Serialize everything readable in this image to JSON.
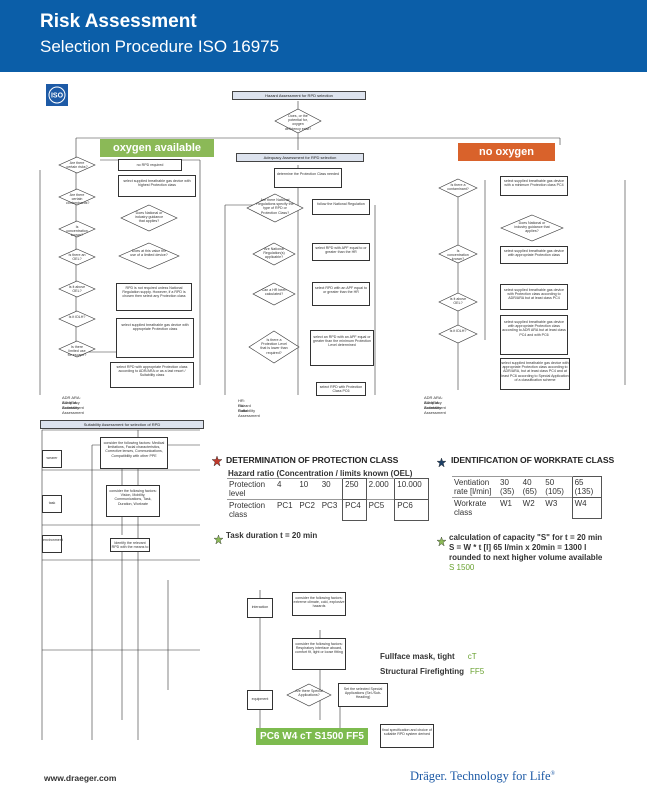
{
  "header": {
    "title": "Risk Assessment",
    "subtitle": "Selection Procedure ISO 16975"
  },
  "logo": "ISO",
  "top_flow": {
    "bar": "Hazard Assessment for RPD selection",
    "question": "Does, or the potential for, oxygen deficiency exist?"
  },
  "branches": {
    "oxygen_available": "oxygen available",
    "no_oxygen": "no oxygen"
  },
  "adequacy_bar": "Adequacy Assessment for RPD selection",
  "suitability_bar": "Suitability Assessment for selection of RPD",
  "left_col": {
    "decisions": [
      "Are there certain risks?",
      "Are there certain contaminants?",
      "Is concentration known?",
      "Is there an OEL?",
      "Is it above OEL?",
      "Is it IDLH?",
      "Is there limited use for escape?"
    ],
    "actions": [
      "no RPD required",
      "select supplied breathable gas device with highest Protection class",
      "Does National or industry guidance that applies?",
      "Does at this value the use of a limited device?",
      "RPD is not required unless National Regulation supply. However, if a RPD is chosen then select any Protection class",
      "select supplied breathable gas device with appropriate Protection class",
      "select RPD with appropriate Protection class according to ADR/ARA or as a last resort / Suitability class"
    ],
    "footer": [
      "ADR ARA: Adequacy Assessment",
      "SU ARA: Suitability Assessment"
    ]
  },
  "mid_col": {
    "decisions": [
      "Are there National Regulations specify the type of RPD or Protection Class?",
      "Are National Regulation(s) applicable?",
      "Can a HR been calculated?",
      "Is there a Protection Level that is lower than required?"
    ],
    "actions": [
      "determine the Protection Class needed",
      "follow the National Regulation",
      "select RPD with APF equal to or greater than the HR",
      "select RPD with an APF equal to or greater than the HR",
      "select an RPD with an APF equal or greater than the minimum Protection Level determined",
      "select RPD with Protection Class PC6"
    ],
    "footer": [
      "HR: Hazard Ratio",
      "SU: Suitability Assessment"
    ]
  },
  "right_col": {
    "decisions": [
      "Is there a contaminant?",
      "Is concentration known?",
      "Is it above OEL?",
      "Is it IDLH?"
    ],
    "actions": [
      "select supplied breathable gas device with a minimum Protection class PC4",
      "Does National or industry guidance that applies?",
      "select supplied breathable gas device with appropriate Protection class",
      "select supplied breathable gas device with Protection class according to ADR/ARA but at least class PC4",
      "select supplied breathable gas device with appropriate Protection class according to ADR ARA but at least class PC4 and with PC6",
      "select supplied breathable gas device with appropriate Protection class according to ADR/ARA, but at least class PC4 and at least PC6 according to Special Application of a classification scheme"
    ],
    "footer": [
      "ADR ARA: Adequacy Assessment",
      "SU ARA: Suitability Assessment"
    ]
  },
  "suitability": {
    "swim_labels": [
      "wearer",
      "task",
      "environment",
      "interaction",
      "equipment"
    ],
    "actions": [
      "consider the following factors: Medical limitations, Facial characteristics, Corrective lenses, Communications, Compatibility with other PPE",
      "consider the following factors: Vision, Mobility, Communications, Task, Duration, Workrate",
      "Identify the relevant RPD with the means to",
      "consider the following factors: extreme climate, cold, explosive hazards",
      "consider the following factors: Respiratory interface aboard, comfort fit, light or loose fitting",
      "Are there Special Applications?",
      "Set the selected Special Applications (Sel./Sub-Heading)"
    ],
    "final": "final specification and choice of suitable RPD system derived",
    "code": "PC6 W4 cT S1500 FF5"
  },
  "protection_class": {
    "title": "DETERMINATION OF PROTECTION CLASS",
    "subtitle": "Hazard ratio (Concentration / limits known (OEL)",
    "row1_label": "Protection level",
    "levels": [
      "4",
      "10",
      "30",
      "250",
      "2.000",
      "10.000"
    ],
    "row2_label": "Protection class",
    "classes": [
      "PC1",
      "PC2",
      "PC3",
      "PC4",
      "PC5",
      "PC6"
    ],
    "task_duration": "Task duration t = 20 min"
  },
  "workrate": {
    "title": "IDENTIFICATION OF WORKRATE CLASS",
    "row1_label": "Ventiation rate [l/min]",
    "rates": [
      "30",
      "40",
      "50",
      "65"
    ],
    "rates_paren": [
      "(35)",
      "(65)",
      "(105)",
      "(135)"
    ],
    "row2_label": "Workrate class",
    "classes": [
      "W1",
      "W2",
      "W3",
      "W4"
    ],
    "calc_line1": "calculation of capacity \"S\" for t = 20 min",
    "calc_line2": "S = W * t [l] 65 l/min x 20min = 1300 l",
    "calc_line3": "rounded to next higher volume available",
    "calc_result": "S 1500"
  },
  "results": {
    "mask_label": "Fullface mask, tight",
    "mask_value": "cT",
    "ff_label": "Structural Firefighting",
    "ff_value": "FF5"
  },
  "footer": {
    "url": "www.draeger.com",
    "brand": "Dräger. Technology for Life"
  },
  "colors": {
    "header_blue": "#0b5ea8",
    "oxygen_green": "#8bb957",
    "no_oxygen_orange": "#d9622b",
    "code_green": "#7dbb4f",
    "star_red": "#c0392b"
  }
}
